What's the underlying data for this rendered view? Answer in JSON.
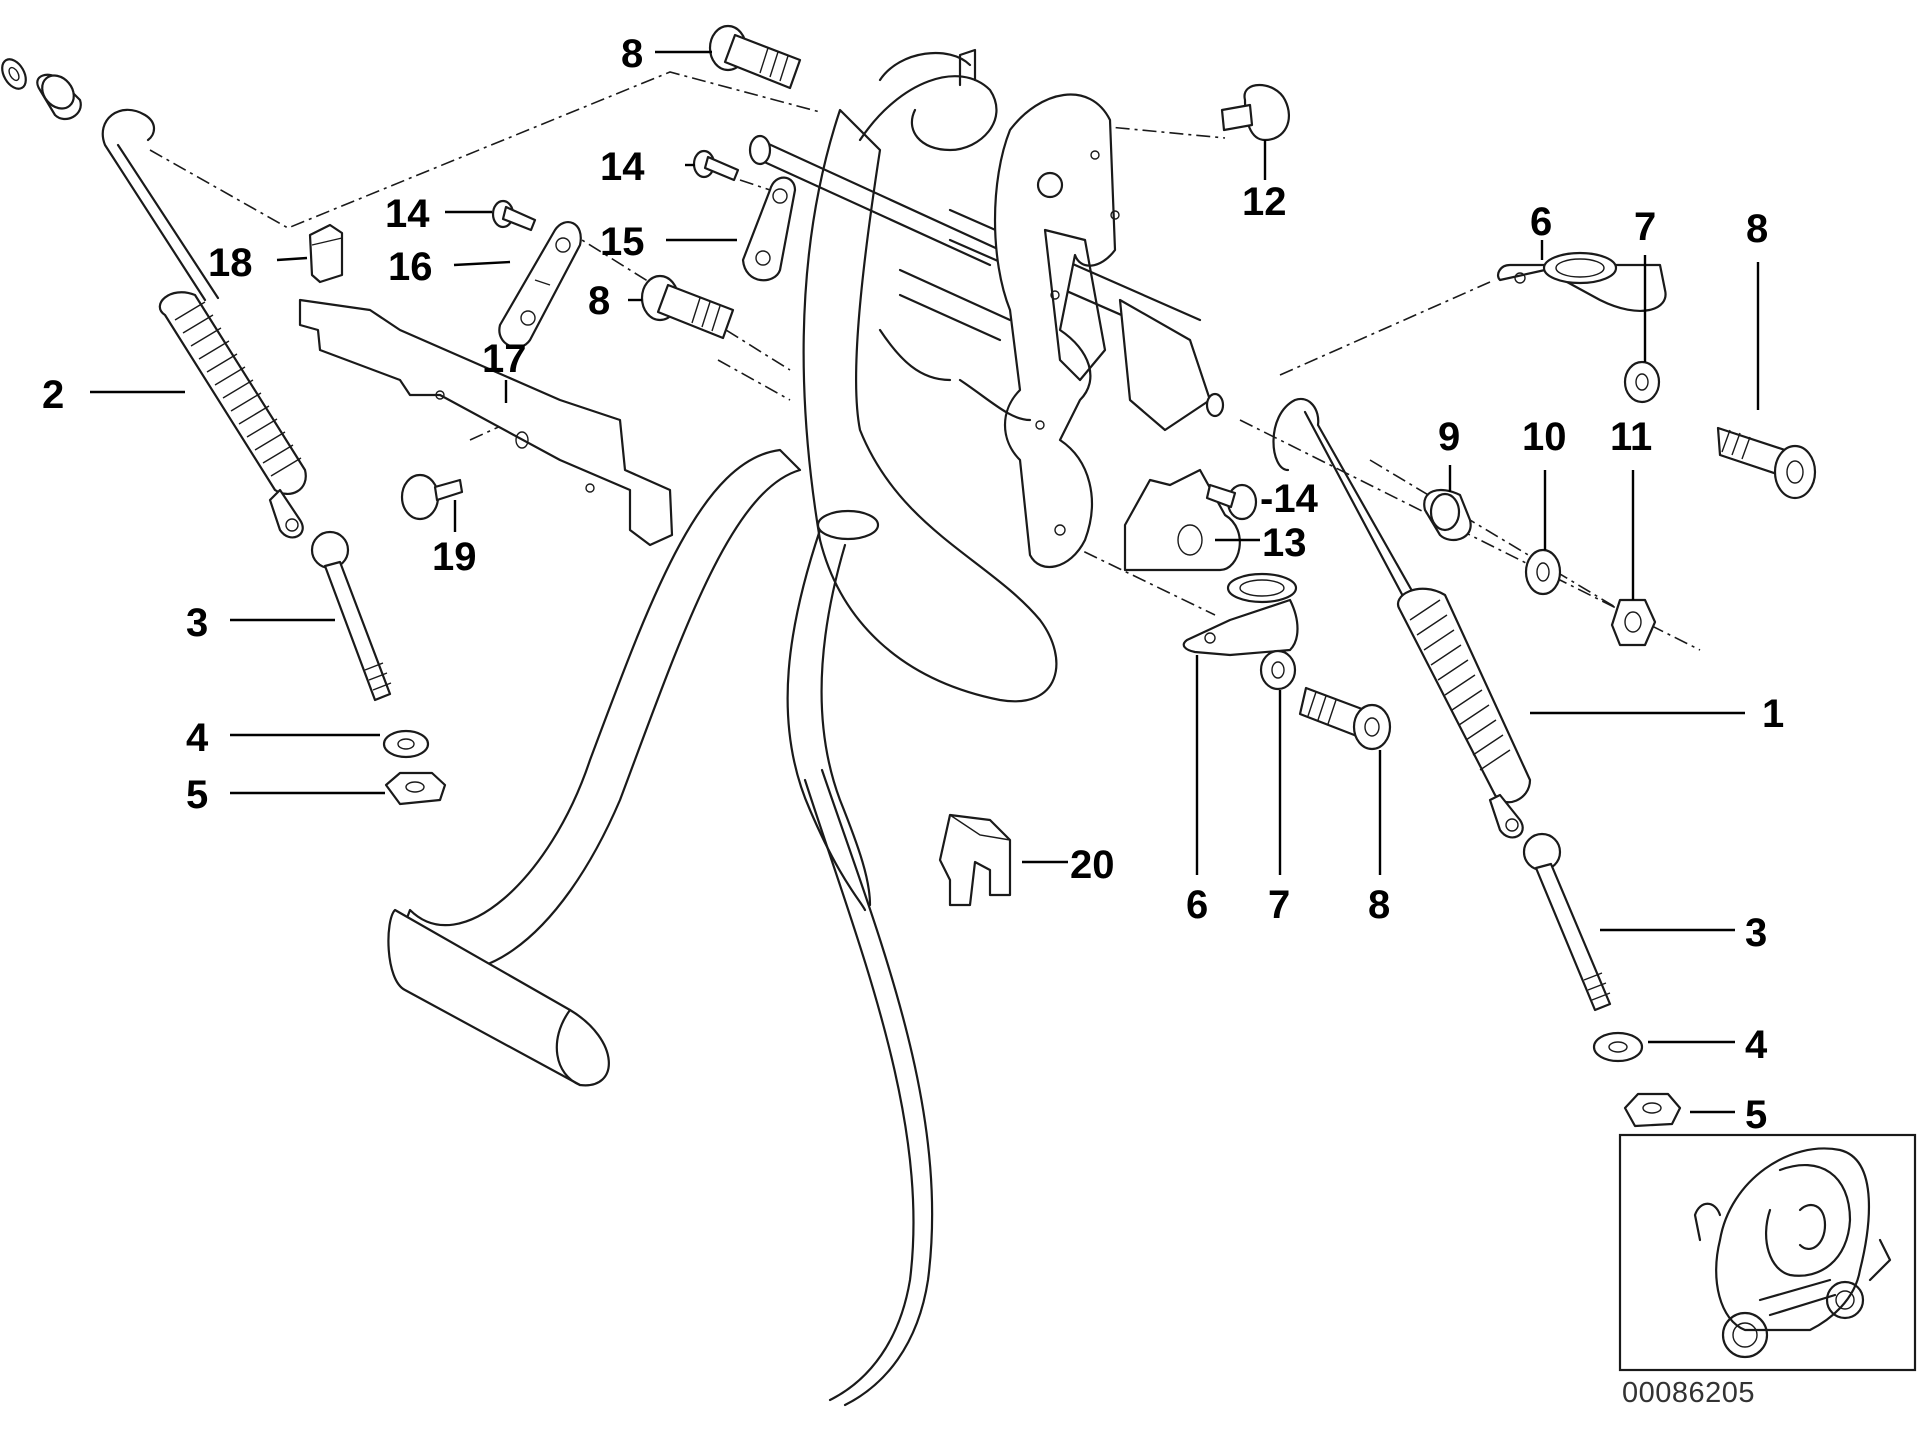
{
  "diagram": {
    "reference_number": "00086205",
    "callouts": [
      {
        "id": "c1",
        "label": "1"
      },
      {
        "id": "c2",
        "label": "2"
      },
      {
        "id": "c3a",
        "label": "3"
      },
      {
        "id": "c3b",
        "label": "3"
      },
      {
        "id": "c4a",
        "label": "4"
      },
      {
        "id": "c4b",
        "label": "4"
      },
      {
        "id": "c5a",
        "label": "5"
      },
      {
        "id": "c5b",
        "label": "5"
      },
      {
        "id": "c6a",
        "label": "6"
      },
      {
        "id": "c6b",
        "label": "6"
      },
      {
        "id": "c7a",
        "label": "7"
      },
      {
        "id": "c7b",
        "label": "7"
      },
      {
        "id": "c8a",
        "label": "8"
      },
      {
        "id": "c8b",
        "label": "8"
      },
      {
        "id": "c8c",
        "label": "8"
      },
      {
        "id": "c8d",
        "label": "8"
      },
      {
        "id": "c9",
        "label": "9"
      },
      {
        "id": "c10",
        "label": "10"
      },
      {
        "id": "c11",
        "label": "11"
      },
      {
        "id": "c12",
        "label": "12"
      },
      {
        "id": "c13",
        "label": "13"
      },
      {
        "id": "c14a",
        "label": "14"
      },
      {
        "id": "c14b",
        "label": "14"
      },
      {
        "id": "c14c",
        "label": "-14"
      },
      {
        "id": "c15",
        "label": "15"
      },
      {
        "id": "c16",
        "label": "16"
      },
      {
        "id": "c17",
        "label": "17"
      },
      {
        "id": "c18",
        "label": "18"
      },
      {
        "id": "c19",
        "label": "19"
      },
      {
        "id": "c20",
        "label": "20"
      }
    ]
  }
}
